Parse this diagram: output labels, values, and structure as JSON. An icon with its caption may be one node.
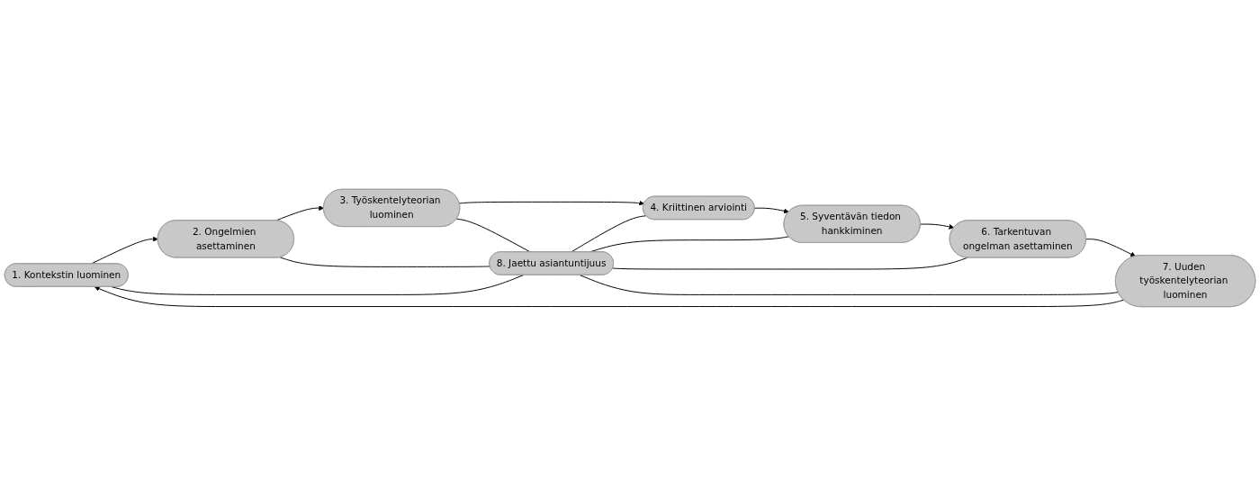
{
  "diagram": {
    "nodes": [
      {
        "text": [
          "1. Kontekstin luominen"
        ]
      },
      {
        "text": [
          "2. Ongelmien asettaminen"
        ]
      },
      {
        "text": [
          "3. Työskentelyteorian luominen"
        ]
      },
      {
        "text": [
          "4. Kriittinen arviointi"
        ]
      },
      {
        "text": [
          "5. Syventävän tiedon hankkiminen"
        ]
      },
      {
        "text": [
          "6. Tarkentuvan ongelman asettaminen"
        ]
      },
      {
        "text": [
          "7. Uuden työskentelyteorian luominen"
        ]
      },
      {
        "text": [
          "8. Jaettu asiantuntijuus"
        ]
      }
    ],
    "edges": [
      {
        "from": 0,
        "to": 1,
        "arrow": "to"
      },
      {
        "from": 1,
        "to": 2,
        "arrow": "to"
      },
      {
        "from": 2,
        "to": 3,
        "arrow": "to"
      },
      {
        "from": 3,
        "to": 4,
        "arrow": "to"
      },
      {
        "from": 4,
        "to": 5,
        "arrow": "to"
      },
      {
        "from": 5,
        "to": 6,
        "arrow": "to"
      },
      {
        "from": 6,
        "to": 0,
        "arrow": "to"
      },
      {
        "from": 1,
        "to": 7,
        "arrow": "none"
      },
      {
        "from": 2,
        "to": 7,
        "arrow": "none"
      },
      {
        "from": 0,
        "to": 7,
        "arrow": "none"
      },
      {
        "from": 7,
        "to": 3,
        "arrow": "none"
      },
      {
        "from": 7,
        "to": 4,
        "arrow": "none"
      },
      {
        "from": 7,
        "to": 5,
        "arrow": "none"
      },
      {
        "from": 7,
        "to": 6,
        "arrow": "none"
      }
    ]
  }
}
